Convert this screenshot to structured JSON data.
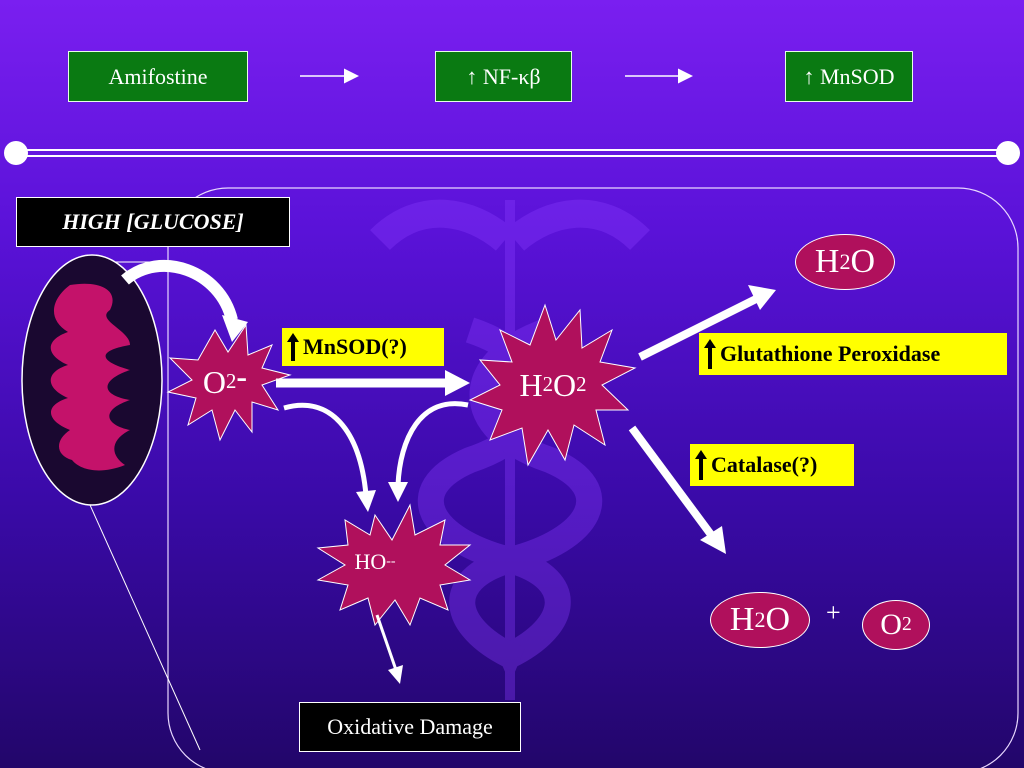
{
  "top_row": {
    "box1": "Amifostine",
    "box2": "↑ NF-κβ",
    "box3": "↑ MnSOD"
  },
  "labels": {
    "high_glucose": "HIGH [GLUCOSE]",
    "superoxide_main": "O",
    "superoxide_sub": "2",
    "superoxide_charge": "-",
    "h2o2_a": "H",
    "h2o2_sub1": "2",
    "h2o2_b": "O",
    "h2o2_sub2": "2",
    "hydroxyl": "HO",
    "hydroxyl_sup": "--",
    "oxidative_damage": "Oxidative Damage",
    "water_top_a": "H",
    "water_top_sub": "2",
    "water_top_b": "O",
    "water_bottom_a": "H",
    "water_bottom_sub": "2",
    "water_bottom_b": "O",
    "plus": "+",
    "oxygen_a": "O",
    "oxygen_sub": "2"
  },
  "enzymes": {
    "mnsod": "MnSOD(?)",
    "glutathione": "Glutathione Peroxidase",
    "catalase": "Catalase(?)"
  },
  "colors": {
    "green_box": "#0a7a12",
    "yellow_box": "#ffff00",
    "magenta": "#b0105c",
    "mitochondria_dark": "#1a0830"
  }
}
